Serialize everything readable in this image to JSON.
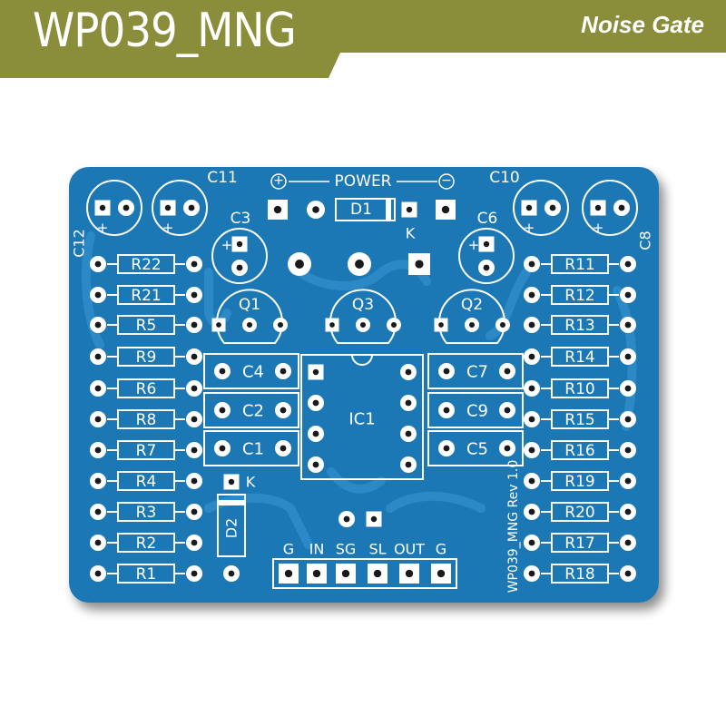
{
  "header": {
    "title": "WP039_MNG",
    "subtitle": "Noise Gate",
    "band_color": "#8a8d3a"
  },
  "board": {
    "color": "#1a78b4",
    "copper_color": "#2e8bc8",
    "revision_text": "WP039_MNG Rev 1.0",
    "power_label": "POWER",
    "power_plus": "+",
    "power_minus": "−"
  },
  "components": {
    "left_resistors": [
      "R22",
      "R21",
      "R5",
      "R9",
      "R6",
      "R8",
      "R7",
      "R4",
      "R3",
      "R2",
      "R1"
    ],
    "right_resistors": [
      "R11",
      "R12",
      "R13",
      "R14",
      "R10",
      "R15",
      "R16",
      "R19",
      "R20",
      "R17",
      "R18"
    ],
    "left_caps": [
      "C4",
      "C2",
      "C1"
    ],
    "right_caps": [
      "C7",
      "C9",
      "C5"
    ],
    "transistors": [
      "Q1",
      "Q3",
      "Q2"
    ],
    "ic": "IC1",
    "electrolytics": {
      "c11": "C11",
      "c12": "C12",
      "c3": "C3",
      "c6": "C6",
      "c10": "C10",
      "c8": "C8"
    },
    "diodes": {
      "d1": "D1",
      "d2": "D2"
    },
    "k_label": "K",
    "polarity_plus": "+"
  },
  "connector": {
    "pins": [
      "G",
      "IN",
      "SG",
      "SL",
      "OUT",
      "G"
    ]
  }
}
